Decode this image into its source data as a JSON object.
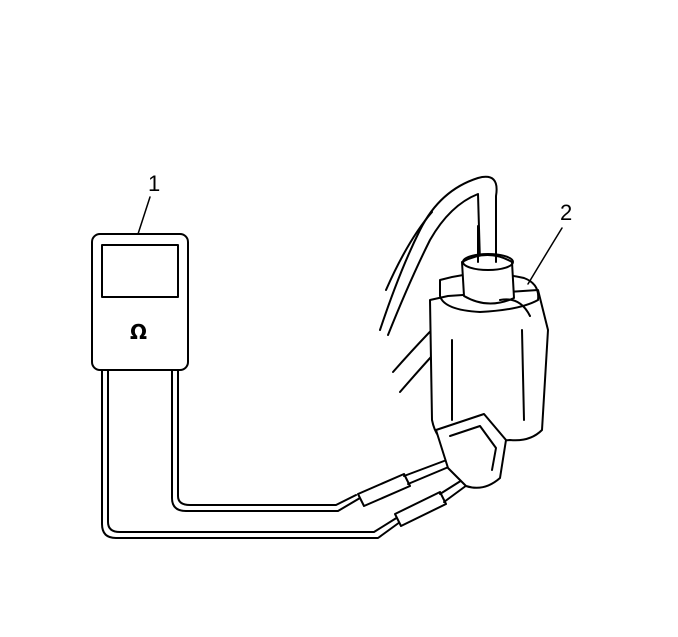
{
  "callouts": {
    "meter": "1",
    "component": "2"
  },
  "meter": {
    "symbol": "Ω"
  },
  "icons": [
    "ohmmeter-icon",
    "solenoid-valve-icon",
    "hose-icon",
    "test-lead-icon"
  ]
}
